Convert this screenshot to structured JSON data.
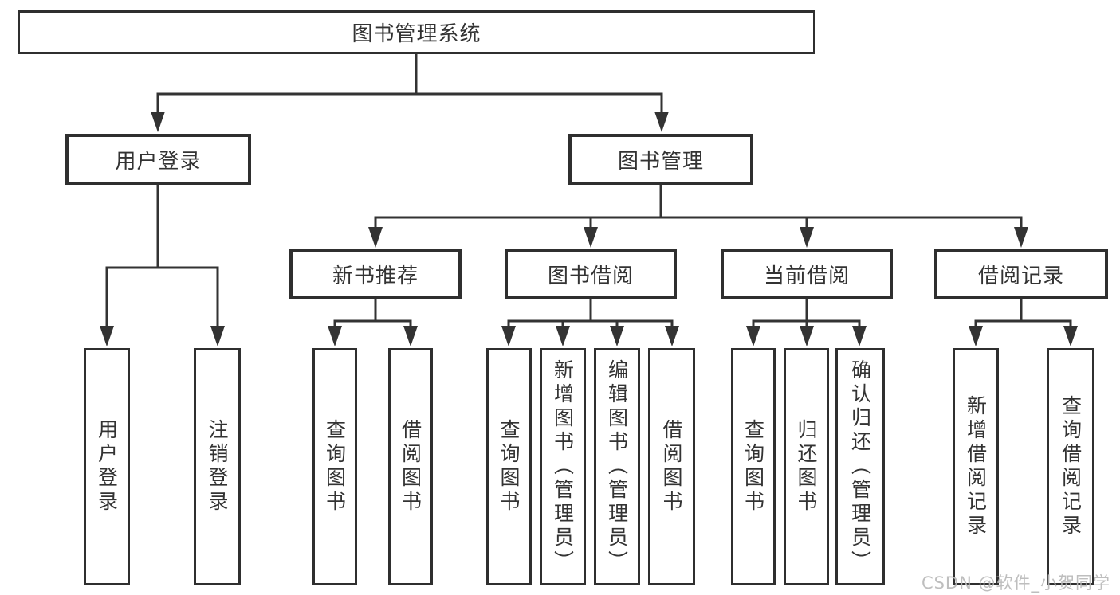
{
  "tree": {
    "root": {
      "label": "图书管理系统"
    },
    "branches": [
      {
        "label": "用户登录",
        "children": [
          {
            "label": "用户登录"
          },
          {
            "label": "注销登录"
          }
        ]
      },
      {
        "label": "图书管理",
        "groups": [
          {
            "label": "新书推荐",
            "children": [
              {
                "label": "查询图书"
              },
              {
                "label": "借阅图书"
              }
            ]
          },
          {
            "label": "图书借阅",
            "children": [
              {
                "label": "查询图书"
              },
              {
                "label": "新增图书（管理员）"
              },
              {
                "label": "编辑图书（管理员）"
              },
              {
                "label": "借阅图书"
              }
            ]
          },
          {
            "label": "当前借阅",
            "children": [
              {
                "label": "查询图书"
              },
              {
                "label": "归还图书"
              },
              {
                "label": "确认归还（管理员）"
              }
            ]
          },
          {
            "label": "借阅记录",
            "children": [
              {
                "label": "新增借阅记录"
              },
              {
                "label": "查询借阅记录"
              }
            ]
          }
        ]
      }
    ]
  },
  "watermark": {
    "text": "CSDN @软件_小贺同学"
  },
  "colors": {
    "line": "#333333",
    "border": "#2f2f2f",
    "text": "#333333",
    "watermark": "#b9b9b9",
    "background": "#ffffff"
  }
}
